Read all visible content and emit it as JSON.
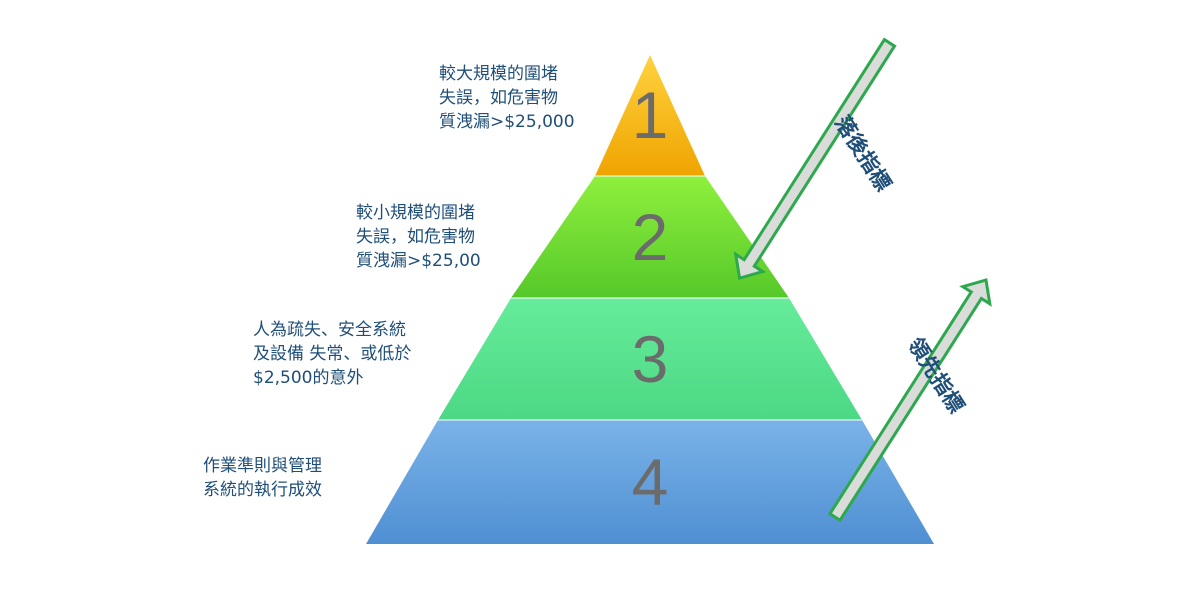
{
  "tiers": [
    {
      "number": "1",
      "label_lines": [
        "較大規模的圍堵",
        "失誤，如危害物",
        "質洩漏>$25,000"
      ],
      "color_top": "#ffd23f",
      "color_bottom": "#efa400"
    },
    {
      "number": "2",
      "label_lines": [
        "較小規模的圍堵",
        "失誤，如危害物",
        "質洩漏>$25,00"
      ],
      "color_top": "#8ff03d",
      "color_bottom": "#56c82a"
    },
    {
      "number": "3",
      "label_lines": [
        "人為疏失、安全系統",
        "及設備 失常、或低於",
        "$2,500的意外"
      ],
      "color_top": "#66ec9a",
      "color_bottom": "#4cd884"
    },
    {
      "number": "4",
      "label_lines": [
        "作業準則與管理",
        "系統的執行成效"
      ],
      "color_top": "#7ab3e8",
      "color_bottom": "#4f8fd2"
    }
  ],
  "indicators": {
    "lagging": "落後指標",
    "leading": "領先指標"
  },
  "colors": {
    "text": "#1f4e79",
    "arrow_fill": "#d9dcd9",
    "arrow_border": "#2ea84e",
    "number": "#6b6b6b"
  }
}
